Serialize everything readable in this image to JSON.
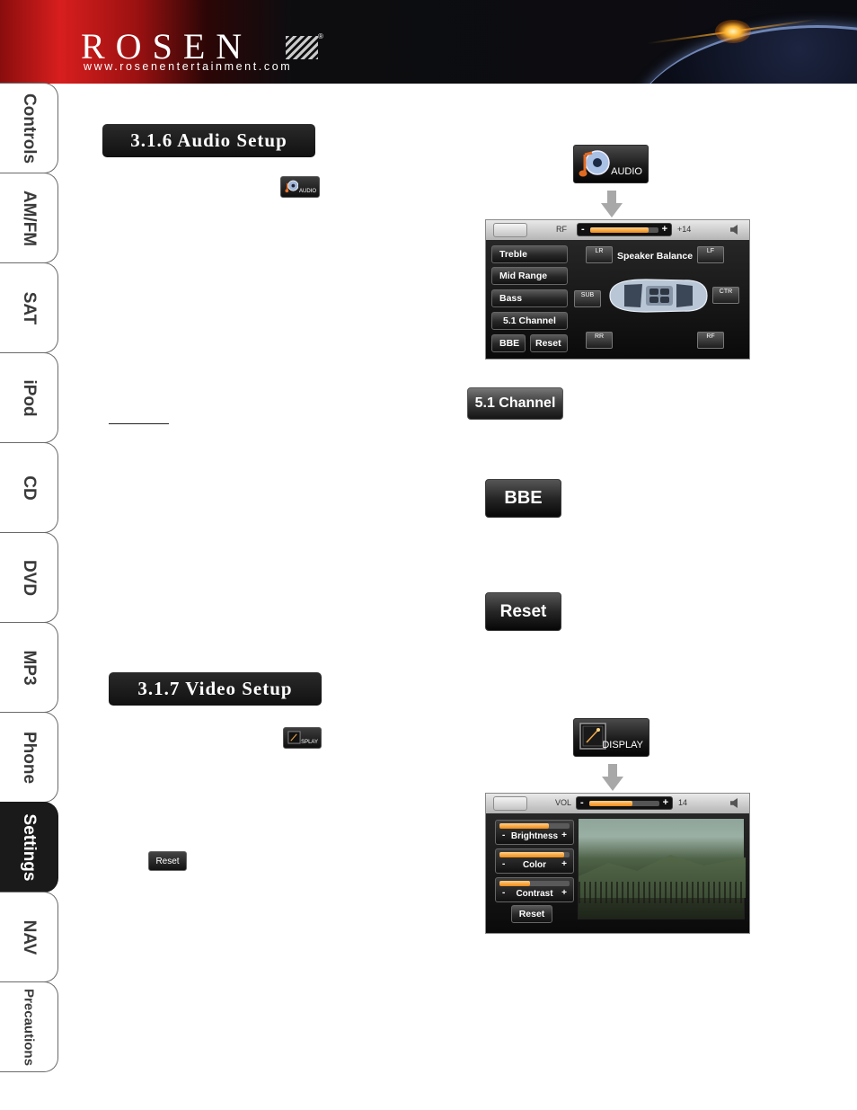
{
  "header": {
    "logo_text": "ROSEN",
    "registered_mark": "®",
    "website": "www.rosenentertainment.com"
  },
  "side_tabs": [
    {
      "label": "Controls",
      "active": false
    },
    {
      "label": "AM/FM",
      "active": false
    },
    {
      "label": "SAT",
      "active": false
    },
    {
      "label": "iPod",
      "active": false
    },
    {
      "label": "CD",
      "active": false
    },
    {
      "label": "DVD",
      "active": false
    },
    {
      "label": "MP3",
      "active": false
    },
    {
      "label": "Phone",
      "active": false
    },
    {
      "label": "Settings",
      "active": true
    },
    {
      "label": "NAV",
      "active": false
    },
    {
      "label": "Precautions",
      "active": false
    }
  ],
  "sections": {
    "audio": {
      "title": "3.1.6 Audio Setup",
      "mini_icon_caption": "AUDIO"
    },
    "video": {
      "title": "3.1.7 Video Setup",
      "mini_icon_caption": "DISPLAY",
      "mini_reset_label": "Reset"
    }
  },
  "audio_icon": {
    "caption": "AUDIO",
    "icon": "music-note-disc-icon"
  },
  "audio_screen": {
    "bar_label": "RF",
    "level": "+14",
    "level_fill_fraction": 0.85,
    "left_buttons": [
      "Treble",
      "Mid Range",
      "Bass",
      "5.1 Channel"
    ],
    "bbe_label": "BBE",
    "reset_label": "Reset",
    "balance_title": "Speaker Balance",
    "speaker_chips": {
      "lr": "LR",
      "lf": "LF",
      "sub": "SUB",
      "ctr": "CTR",
      "rr": "RR",
      "rf": "RF"
    }
  },
  "standalone_buttons": {
    "channel": "5.1 Channel",
    "bbe": "BBE",
    "reset": "Reset"
  },
  "display_icon": {
    "caption": "DISPLAY",
    "icon": "display-screen-icon"
  },
  "video_screen": {
    "bar_label": "VOL",
    "level": "14",
    "level_fill_fraction": 0.62,
    "sliders": [
      {
        "label": "Brightness",
        "minus": "-",
        "plus": "+",
        "fill_fraction": 0.72
      },
      {
        "label": "Color",
        "minus": "-",
        "plus": "+",
        "fill_fraction": 0.95
      },
      {
        "label": "Contrast",
        "minus": "-",
        "plus": "+",
        "fill_fraction": 0.45
      }
    ],
    "reset_label": "Reset"
  },
  "colors": {
    "accent_orange": "#f08a12",
    "header_red": "#d81e1e",
    "panel_dark": "#111111"
  }
}
